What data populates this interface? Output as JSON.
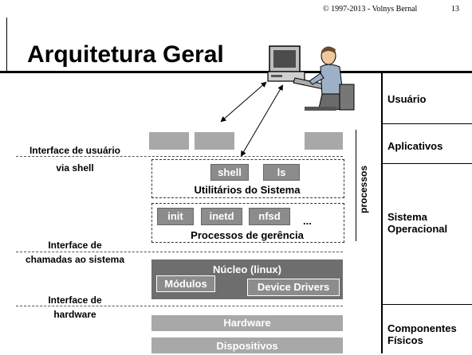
{
  "header": {
    "copyright": "© 1997-2013 - Volnys Bernal",
    "page_number": "13"
  },
  "title": "Arquitetura Geral",
  "layers": {
    "usuario": "Usuário",
    "aplicativos": "Aplicativos",
    "sistema_operacional": "Sistema Operacional",
    "componentes_fisicos": "Componentes Físicos"
  },
  "interfaces": {
    "usuario": "Interface de usuário",
    "usuario_sub": "via shell",
    "chamadas": "Interface de",
    "chamadas_sub": "chamadas ao sistema",
    "hardware": "Interface de",
    "hardware_sub": "hardware"
  },
  "processos_label": "processos",
  "utilitarios": {
    "items": [
      "shell",
      "ls"
    ],
    "label": "Utilitários do Sistema"
  },
  "gerencia": {
    "items": [
      "init",
      "inetd",
      "nfsd"
    ],
    "ellipsis": "...",
    "label": "Processos de gerência"
  },
  "kernel": {
    "label": "Núcleo (linux)",
    "modulos": "Módulos",
    "drivers": "Device Drivers"
  },
  "hardware": {
    "hardware": "Hardware",
    "dispositivos": "Dispositivos"
  }
}
